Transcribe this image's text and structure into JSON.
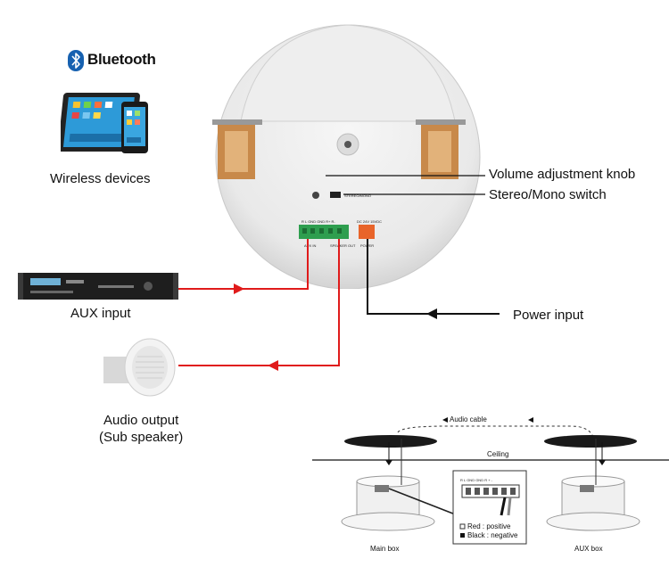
{
  "bluetooth": {
    "title": "Bluetooth",
    "icon": "bluetooth-icon"
  },
  "labels": {
    "wireless_devices": "Wireless devices",
    "volume_knob": "Volume adjustment knob",
    "stereo_mono": "Stereo/Mono switch",
    "aux_input": "AUX input",
    "power_input": "Power input",
    "audio_output_line1": "Audio output",
    "audio_output_line2": "(Sub speaker)"
  },
  "speaker_panel": {
    "stereo_mono_text": "STEREO/MONO",
    "aux_in_text": "AUX IN",
    "speaker_out_text": "SPEAKER OUT",
    "power_text": "POWER",
    "terminal_text": "R  L  GND  GND  R+  R-",
    "dc_text": "DC 24V  15VDC"
  },
  "install_diagram": {
    "audio_cable": "Audio cable",
    "ceiling": "Ceiling",
    "main_box": "Main box",
    "aux_box": "AUX box",
    "legend_red": "Red : positive",
    "legend_black": "Black : negative",
    "terminal_header": "R  L  GND GND R  +  -"
  },
  "colors": {
    "signal_arrow": "#e01b1b",
    "power_arrow": "#111111",
    "terminal_green": "#2e9e4f",
    "terminal_orange": "#e8642a",
    "bluetooth_blue": "#1761b0"
  }
}
